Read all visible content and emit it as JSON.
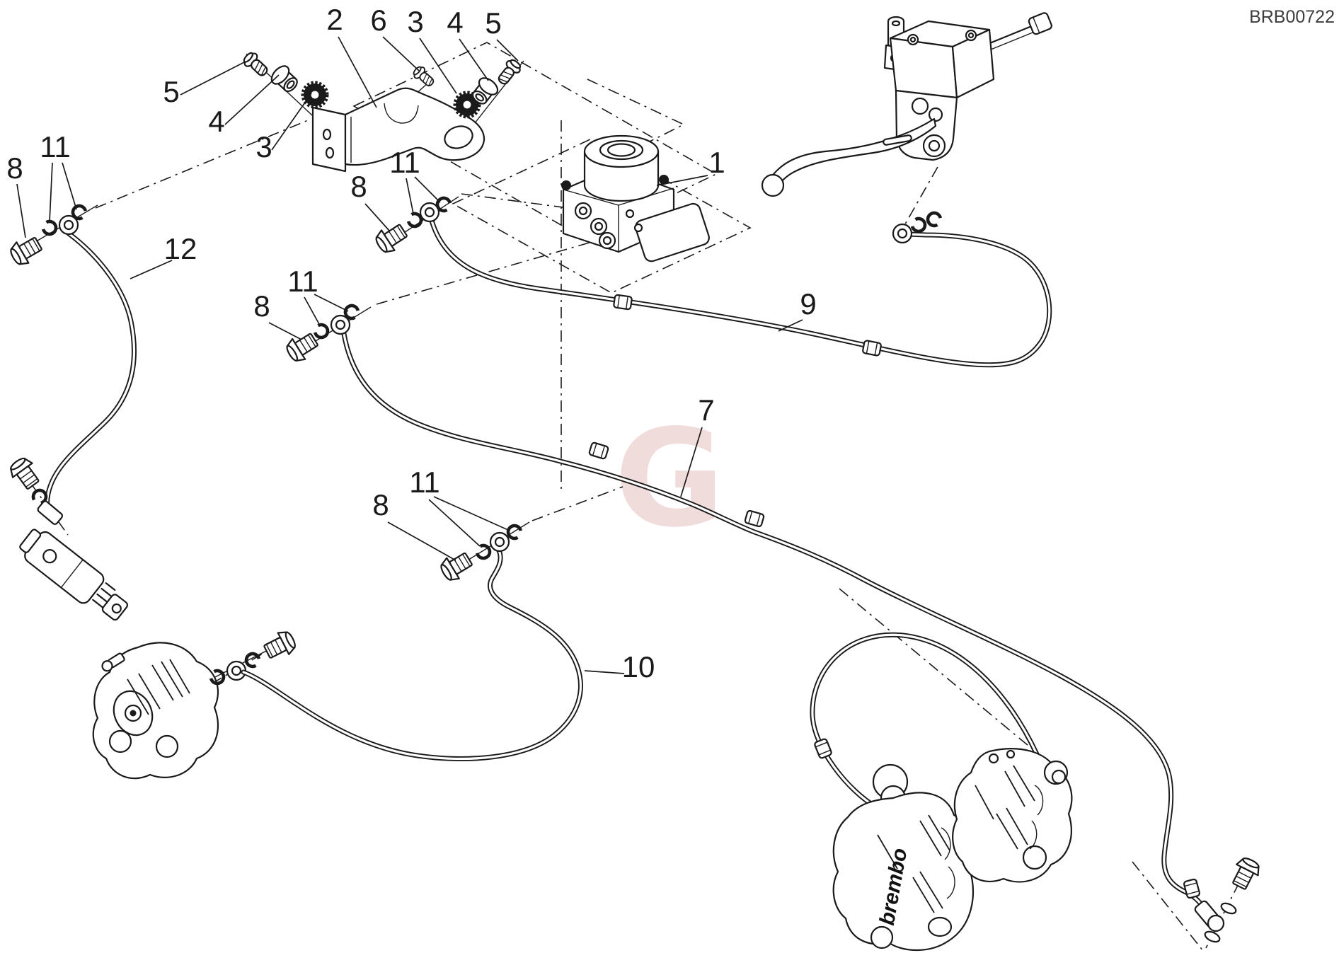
{
  "diagram": {
    "code": "BRB00722",
    "watermark_letter": "G",
    "caliper_brand_text": "brembo",
    "colors": {
      "background": "#ffffff",
      "line": "#1a1a1a",
      "watermark_pink": "#f1dbdb",
      "code_text": "#3d3d3d"
    },
    "callouts": [
      {
        "label": "2"
      },
      {
        "label": "6"
      },
      {
        "label": "3"
      },
      {
        "label": "4"
      },
      {
        "label": "5"
      },
      {
        "label": "5"
      },
      {
        "label": "4"
      },
      {
        "label": "3"
      },
      {
        "label": "8"
      },
      {
        "label": "11"
      },
      {
        "label": "12"
      },
      {
        "label": "8"
      },
      {
        "label": "11"
      },
      {
        "label": "8"
      },
      {
        "label": "11"
      },
      {
        "label": "1"
      },
      {
        "label": "9"
      },
      {
        "label": "7"
      },
      {
        "label": "8"
      },
      {
        "label": "11"
      },
      {
        "label": "10"
      }
    ]
  }
}
